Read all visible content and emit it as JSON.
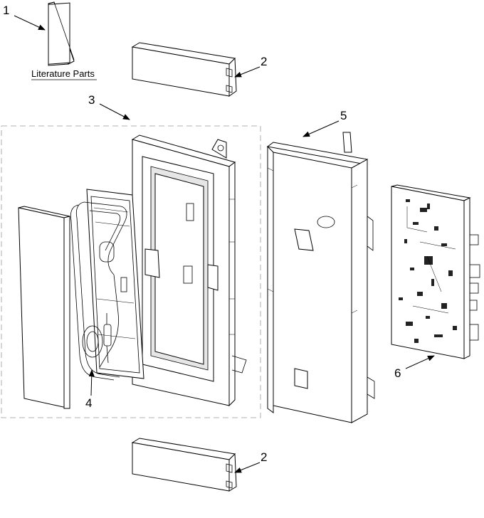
{
  "diagram": {
    "literature_label": "Literature Parts",
    "callouts": {
      "c1": "1",
      "c2_top": "2",
      "c2_bottom": "2",
      "c3": "3",
      "c4": "4",
      "c5": "5",
      "c6": "6"
    }
  }
}
